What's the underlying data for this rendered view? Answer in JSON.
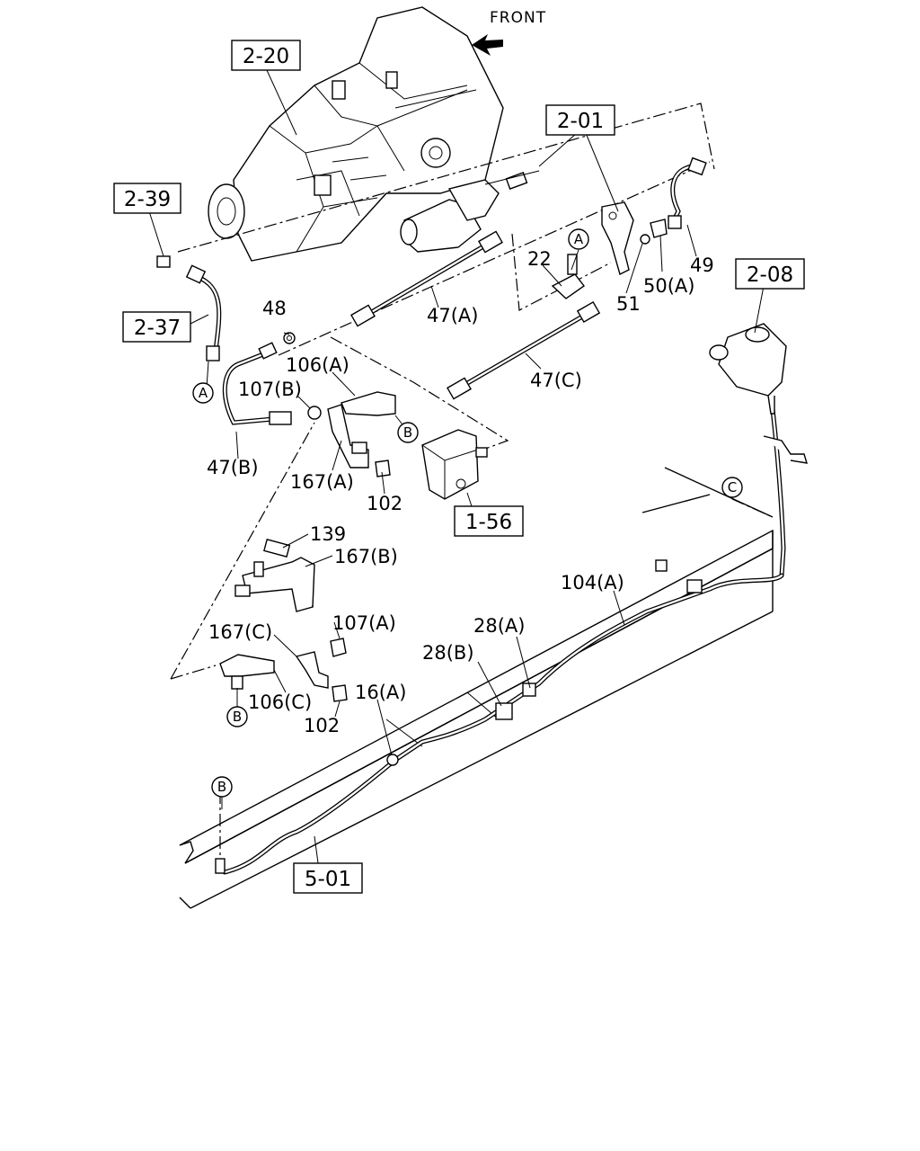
{
  "direction_label": "FRONT",
  "boxed_labels": [
    "2-20",
    "2-39",
    "2-37",
    "2-01",
    "2-08",
    "1-56",
    "5-01"
  ],
  "part_labels": [
    "48",
    "47(A)",
    "22",
    "51",
    "50(A)",
    "49",
    "106(A)",
    "107(B)",
    "47(C)",
    "47(B)",
    "167(A)",
    "102",
    "139",
    "167(B)",
    "104(A)",
    "167(C)",
    "107(A)",
    "28(A)",
    "28(B)",
    "106(C)",
    "16(A)"
  ],
  "reference_markers": [
    "A",
    "A",
    "B",
    "B",
    "B",
    "C"
  ]
}
